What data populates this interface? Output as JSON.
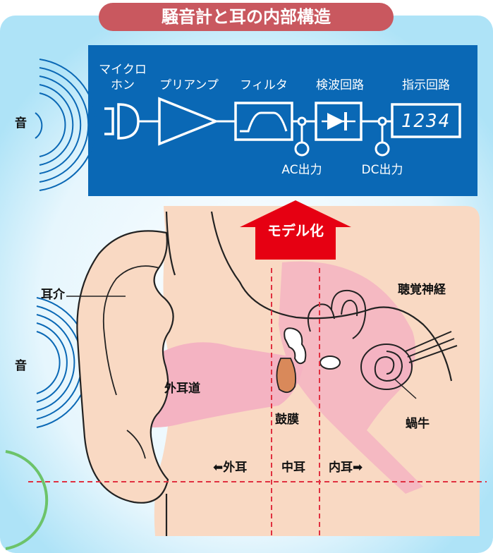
{
  "title": "騒音計と耳の内部構造",
  "blocks": {
    "mic_line1": "マイクロ",
    "mic_line2": "ホン",
    "preamp": "プリアンプ",
    "filter": "フィルタ",
    "detector": "検波回路",
    "indicator": "指示回路",
    "display_digits": "1234",
    "ac_out": "AC出力",
    "dc_out": "DC出力"
  },
  "sound_label": "音",
  "model_arrow": "モデル化",
  "ear": {
    "pinna": "耳介",
    "auditory_nerve": "聴覚神経",
    "ear_canal": "外耳道",
    "eardrum": "鼓膜",
    "cochlea": "蝸牛",
    "outer_ear": "⬅外耳",
    "middle_ear": "中耳",
    "inner_ear": "内耳➡"
  },
  "colors": {
    "frame_blue": "#aee3f7",
    "panel_blue": "#0a68b5",
    "title_pill": "#c9585f",
    "model_red": "#e60012",
    "skin": "#f9d9c3",
    "canal_pink": "#f4b3c2",
    "wave_blue": "#0a68b5",
    "dash_red": "#e03040"
  }
}
